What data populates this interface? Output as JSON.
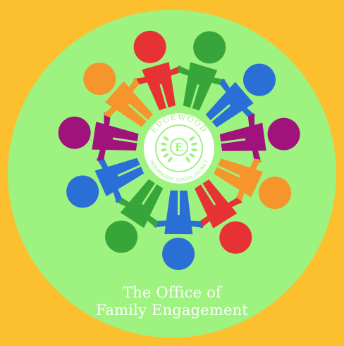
{
  "caption": {
    "line1": "The Office of",
    "line2": "Family Engagement"
  },
  "seal": {
    "arc_top": "EDGEWOOD",
    "arc_bottom": "INDEPENDENT SCHOOL DISTRICT",
    "monogram": "E"
  },
  "colors": {
    "background": "#fcc02f",
    "circle": "#9ef27f",
    "seal": "#ffffff"
  },
  "figures": [
    {
      "name": "red",
      "color": "#e63232"
    },
    {
      "name": "green",
      "color": "#37a53a"
    },
    {
      "name": "blue",
      "color": "#2a6fd6"
    },
    {
      "name": "purple",
      "color": "#a0127c"
    },
    {
      "name": "orange",
      "color": "#f5952c"
    },
    {
      "name": "red",
      "color": "#e63232"
    },
    {
      "name": "blue",
      "color": "#2a6fd6"
    },
    {
      "name": "green",
      "color": "#37a53a"
    },
    {
      "name": "blue",
      "color": "#2a6fd6"
    },
    {
      "name": "purple",
      "color": "#a0127c"
    },
    {
      "name": "orange",
      "color": "#f5952c"
    }
  ]
}
